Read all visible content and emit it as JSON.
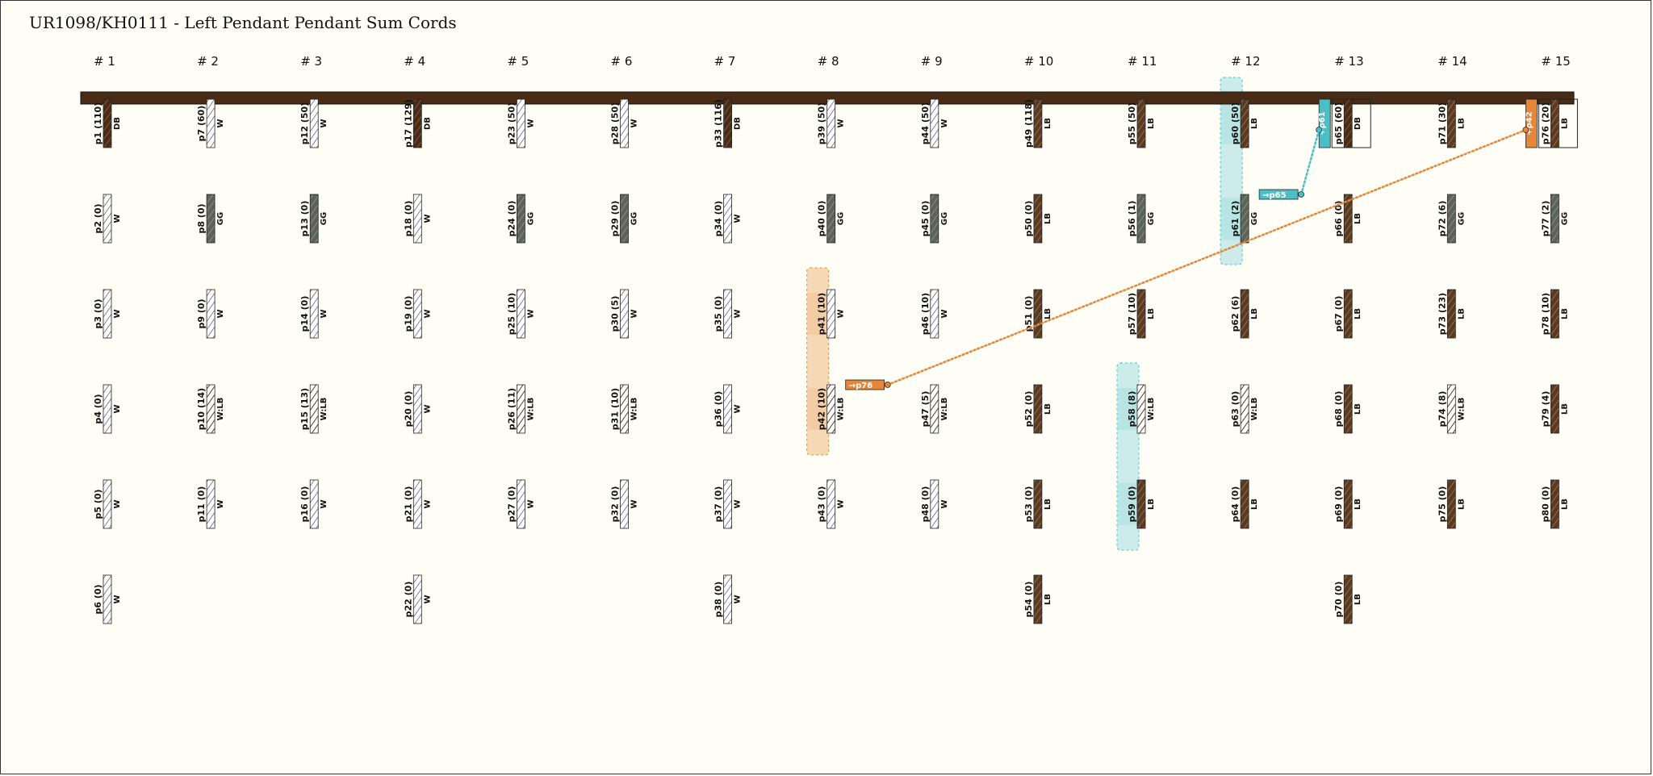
{
  "title": "UR1098/KH0111 - Left Pendant Pendant Sum Cords",
  "colors": {
    "background": "#fffef6",
    "primary_cord": "#4a2c16",
    "DB": "#4a2c16",
    "LB": "#5b3a22",
    "GG": "#5c6359",
    "W": "#ffffff",
    "teal": "#4cbfc6",
    "teal_light": "#bfe6e6",
    "orange": "#e4873a",
    "orange_light": "#f3cfa6"
  },
  "groups": [
    "# 1",
    "# 2",
    "# 3",
    "# 4",
    "# 5",
    "# 6",
    "# 7",
    "# 8",
    "# 9",
    "# 10",
    "# 11",
    "# 12",
    "# 13",
    "# 14",
    "# 15"
  ],
  "cords": [
    {
      "g": 1,
      "r": 1,
      "label": "p1 (110)",
      "color": "DB"
    },
    {
      "g": 1,
      "r": 2,
      "label": "p2 (0)",
      "color": "W"
    },
    {
      "g": 1,
      "r": 3,
      "label": "p3 (0)",
      "color": "W"
    },
    {
      "g": 1,
      "r": 4,
      "label": "p4 (0)",
      "color": "W"
    },
    {
      "g": 1,
      "r": 5,
      "label": "p5 (0)",
      "color": "W"
    },
    {
      "g": 1,
      "r": 6,
      "label": "p6 (0)",
      "color": "W"
    },
    {
      "g": 2,
      "r": 1,
      "label": "p7 (60)",
      "color": "W"
    },
    {
      "g": 2,
      "r": 2,
      "label": "p8 (0)",
      "color": "GG"
    },
    {
      "g": 2,
      "r": 3,
      "label": "p9 (0)",
      "color": "W"
    },
    {
      "g": 2,
      "r": 4,
      "label": "p10 (14)",
      "color": "W:LB"
    },
    {
      "g": 2,
      "r": 5,
      "label": "p11 (0)",
      "color": "W"
    },
    {
      "g": 3,
      "r": 1,
      "label": "p12 (50)",
      "color": "W"
    },
    {
      "g": 3,
      "r": 2,
      "label": "p13 (0)",
      "color": "GG"
    },
    {
      "g": 3,
      "r": 3,
      "label": "p14 (0)",
      "color": "W"
    },
    {
      "g": 3,
      "r": 4,
      "label": "p15 (13)",
      "color": "W:LB"
    },
    {
      "g": 3,
      "r": 5,
      "label": "p16 (0)",
      "color": "W"
    },
    {
      "g": 4,
      "r": 1,
      "label": "p17 (129)",
      "color": "DB"
    },
    {
      "g": 4,
      "r": 2,
      "label": "p18 (0)",
      "color": "W"
    },
    {
      "g": 4,
      "r": 3,
      "label": "p19 (0)",
      "color": "W"
    },
    {
      "g": 4,
      "r": 4,
      "label": "p20 (0)",
      "color": "W"
    },
    {
      "g": 4,
      "r": 5,
      "label": "p21 (0)",
      "color": "W"
    },
    {
      "g": 4,
      "r": 6,
      "label": "p22 (0)",
      "color": "W"
    },
    {
      "g": 5,
      "r": 1,
      "label": "p23 (50)",
      "color": "W"
    },
    {
      "g": 5,
      "r": 2,
      "label": "p24 (0)",
      "color": "GG"
    },
    {
      "g": 5,
      "r": 3,
      "label": "p25 (10)",
      "color": "W"
    },
    {
      "g": 5,
      "r": 4,
      "label": "p26 (11)",
      "color": "W:LB"
    },
    {
      "g": 5,
      "r": 5,
      "label": "p27 (0)",
      "color": "W"
    },
    {
      "g": 6,
      "r": 1,
      "label": "p28 (50)",
      "color": "W"
    },
    {
      "g": 6,
      "r": 2,
      "label": "p29 (0)",
      "color": "GG"
    },
    {
      "g": 6,
      "r": 3,
      "label": "p30 (5)",
      "color": "W"
    },
    {
      "g": 6,
      "r": 4,
      "label": "p31 (10)",
      "color": "W:LB"
    },
    {
      "g": 6,
      "r": 5,
      "label": "p32 (0)",
      "color": "W"
    },
    {
      "g": 7,
      "r": 1,
      "label": "p33 (116)",
      "color": "DB"
    },
    {
      "g": 7,
      "r": 2,
      "label": "p34 (0)",
      "color": "W"
    },
    {
      "g": 7,
      "r": 3,
      "label": "p35 (0)",
      "color": "W"
    },
    {
      "g": 7,
      "r": 4,
      "label": "p36 (0)",
      "color": "W"
    },
    {
      "g": 7,
      "r": 5,
      "label": "p37 (0)",
      "color": "W"
    },
    {
      "g": 7,
      "r": 6,
      "label": "p38 (0)",
      "color": "W"
    },
    {
      "g": 8,
      "r": 1,
      "label": "p39 (50)",
      "color": "W"
    },
    {
      "g": 8,
      "r": 2,
      "label": "p40 (0)",
      "color": "GG"
    },
    {
      "g": 8,
      "r": 3,
      "label": "p41 (10)",
      "color": "W"
    },
    {
      "g": 8,
      "r": 4,
      "label": "p42 (10)",
      "color": "W:LB"
    },
    {
      "g": 8,
      "r": 5,
      "label": "p43 (0)",
      "color": "W"
    },
    {
      "g": 9,
      "r": 1,
      "label": "p44 (50)",
      "color": "W"
    },
    {
      "g": 9,
      "r": 2,
      "label": "p45 (0)",
      "color": "GG"
    },
    {
      "g": 9,
      "r": 3,
      "label": "p46 (10)",
      "color": "W"
    },
    {
      "g": 9,
      "r": 4,
      "label": "p47 (5)",
      "color": "W:LB"
    },
    {
      "g": 9,
      "r": 5,
      "label": "p48 (0)",
      "color": "W"
    },
    {
      "g": 10,
      "r": 1,
      "label": "p49 (118)",
      "color": "LB"
    },
    {
      "g": 10,
      "r": 2,
      "label": "p50 (0)",
      "color": "LB"
    },
    {
      "g": 10,
      "r": 3,
      "label": "p51 (0)",
      "color": "LB"
    },
    {
      "g": 10,
      "r": 4,
      "label": "p52 (0)",
      "color": "LB"
    },
    {
      "g": 10,
      "r": 5,
      "label": "p53 (0)",
      "color": "LB"
    },
    {
      "g": 10,
      "r": 6,
      "label": "p54 (0)",
      "color": "LB"
    },
    {
      "g": 11,
      "r": 1,
      "label": "p55 (50)",
      "color": "LB"
    },
    {
      "g": 11,
      "r": 2,
      "label": "p56 (1)",
      "color": "GG"
    },
    {
      "g": 11,
      "r": 3,
      "label": "p57 (10)",
      "color": "LB"
    },
    {
      "g": 11,
      "r": 4,
      "label": "p58 (8)",
      "color": "W:LB"
    },
    {
      "g": 11,
      "r": 5,
      "label": "p59 (0)",
      "color": "LB"
    },
    {
      "g": 12,
      "r": 1,
      "label": "p60 (50)",
      "color": "LB"
    },
    {
      "g": 12,
      "r": 2,
      "label": "p61 (2)",
      "color": "GG"
    },
    {
      "g": 12,
      "r": 3,
      "label": "p62 (6)",
      "color": "LB"
    },
    {
      "g": 12,
      "r": 4,
      "label": "p63 (0)",
      "color": "W:LB"
    },
    {
      "g": 12,
      "r": 5,
      "label": "p64 (0)",
      "color": "LB"
    },
    {
      "g": 13,
      "r": 1,
      "label": "p65 (60)",
      "color": "DB"
    },
    {
      "g": 13,
      "r": 2,
      "label": "p66 (0)",
      "color": "LB"
    },
    {
      "g": 13,
      "r": 3,
      "label": "p67 (0)",
      "color": "LB"
    },
    {
      "g": 13,
      "r": 4,
      "label": "p68 (0)",
      "color": "LB"
    },
    {
      "g": 13,
      "r": 5,
      "label": "p69 (0)",
      "color": "LB"
    },
    {
      "g": 13,
      "r": 6,
      "label": "p70 (0)",
      "color": "LB"
    },
    {
      "g": 14,
      "r": 1,
      "label": "p71 (30)",
      "color": "LB"
    },
    {
      "g": 14,
      "r": 2,
      "label": "p72 (6)",
      "color": "GG"
    },
    {
      "g": 14,
      "r": 3,
      "label": "p73 (23)",
      "color": "LB"
    },
    {
      "g": 14,
      "r": 4,
      "label": "p74 (8)",
      "color": "W:LB"
    },
    {
      "g": 14,
      "r": 5,
      "label": "p75 (0)",
      "color": "LB"
    },
    {
      "g": 15,
      "r": 1,
      "label": "p76 (20)",
      "color": "LB"
    },
    {
      "g": 15,
      "r": 2,
      "label": "p77 (2)",
      "color": "GG"
    },
    {
      "g": 15,
      "r": 3,
      "label": "p78 (10)",
      "color": "LB"
    },
    {
      "g": 15,
      "r": 4,
      "label": "p79 (4)",
      "color": "LB"
    },
    {
      "g": 15,
      "r": 5,
      "label": "p80 (0)",
      "color": "LB"
    }
  ],
  "sum_groups": [
    {
      "label": "→p65",
      "color": "teal",
      "g": 12,
      "rows": [
        1,
        2
      ],
      "target": "p65",
      "source_label": "+p61"
    },
    {
      "label": "→p76",
      "color": "orange",
      "g": 8,
      "rows": [
        3,
        4
      ],
      "target": "p76",
      "source_label": "+p42"
    }
  ],
  "extra_highlight": {
    "g": 11,
    "rows": [
      4,
      5
    ],
    "color": "teal"
  }
}
